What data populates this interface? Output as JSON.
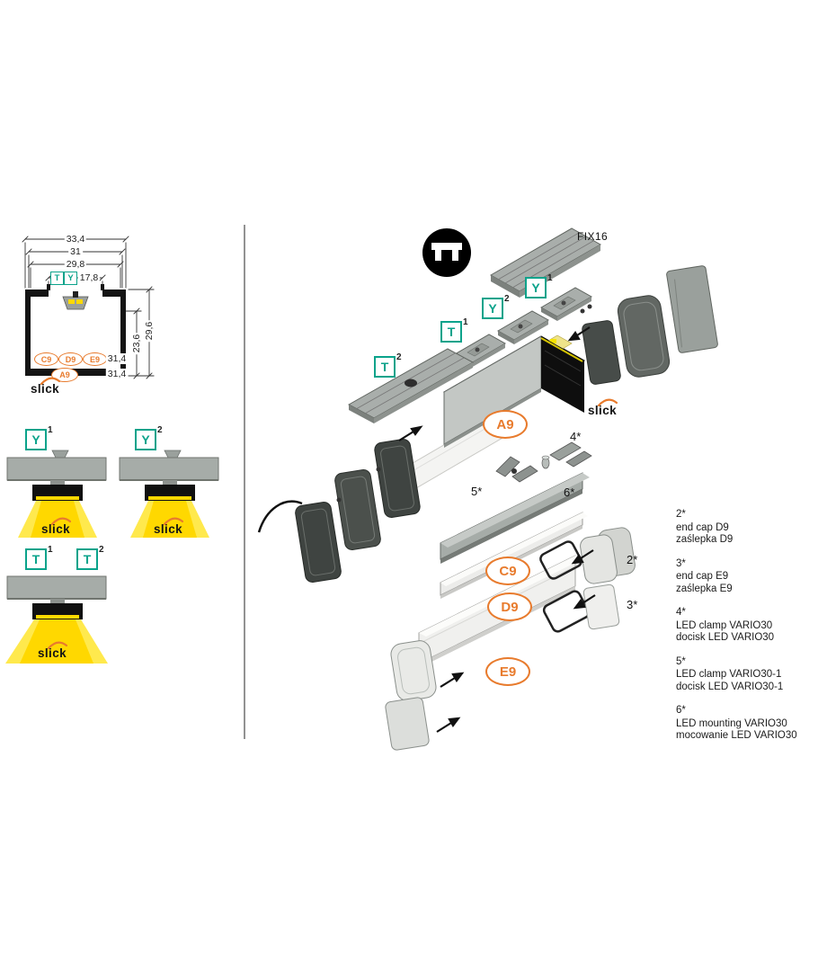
{
  "brand": {
    "name": "slick"
  },
  "colors": {
    "green": "#0aa38b",
    "orange": "#e87b2d",
    "yellow": "#ffdf00"
  },
  "section": {
    "dim_outer_width": "33,4",
    "dim_mid_width": "31",
    "dim_inner_width": "29,8",
    "dim_opening": "17,8",
    "t": "T",
    "y": "Y",
    "dim_inner_height": "23,6",
    "dim_outer_height": "29,6",
    "c9": "C9",
    "d9": "D9",
    "e9": "E9",
    "dim_diffuser_1": "31,4",
    "a9": "A9",
    "dim_diffuser_2": "31,4"
  },
  "figures": {
    "y1": {
      "letter": "Y",
      "sup": "1"
    },
    "y2": {
      "letter": "Y",
      "sup": "2"
    },
    "t1": {
      "letter": "T",
      "sup": "1"
    },
    "t2": {
      "letter": "T",
      "sup": "2"
    }
  },
  "exploded": {
    "fix": "FIX16",
    "tags": {
      "y1": {
        "letter": "Y",
        "sup": "1"
      },
      "y2": {
        "letter": "Y",
        "sup": "2"
      },
      "t1": {
        "letter": "T",
        "sup": "1"
      },
      "t2": {
        "letter": "T",
        "sup": "2"
      }
    },
    "parts": {
      "a9": "A9",
      "c9": "C9",
      "d9": "D9",
      "e9": "E9"
    },
    "refs": {
      "r2": "2*",
      "r3": "3*",
      "r4": "4*",
      "r5": "5*",
      "r6": "6*"
    }
  },
  "legend": {
    "items": [
      {
        "ref": "2*",
        "en": "end cap D9",
        "pl": "zaślepka D9"
      },
      {
        "ref": "3*",
        "en": "end cap E9",
        "pl": "zaślepka E9"
      },
      {
        "ref": "4*",
        "en": "LED clamp VARIO30",
        "pl": "docisk LED VARIO30"
      },
      {
        "ref": "5*",
        "en": "LED clamp VARIO30-1",
        "pl": "docisk LED VARIO30-1"
      },
      {
        "ref": "6*",
        "en": "LED mounting VARIO30",
        "pl": "mocowanie LED VARIO30"
      }
    ]
  }
}
